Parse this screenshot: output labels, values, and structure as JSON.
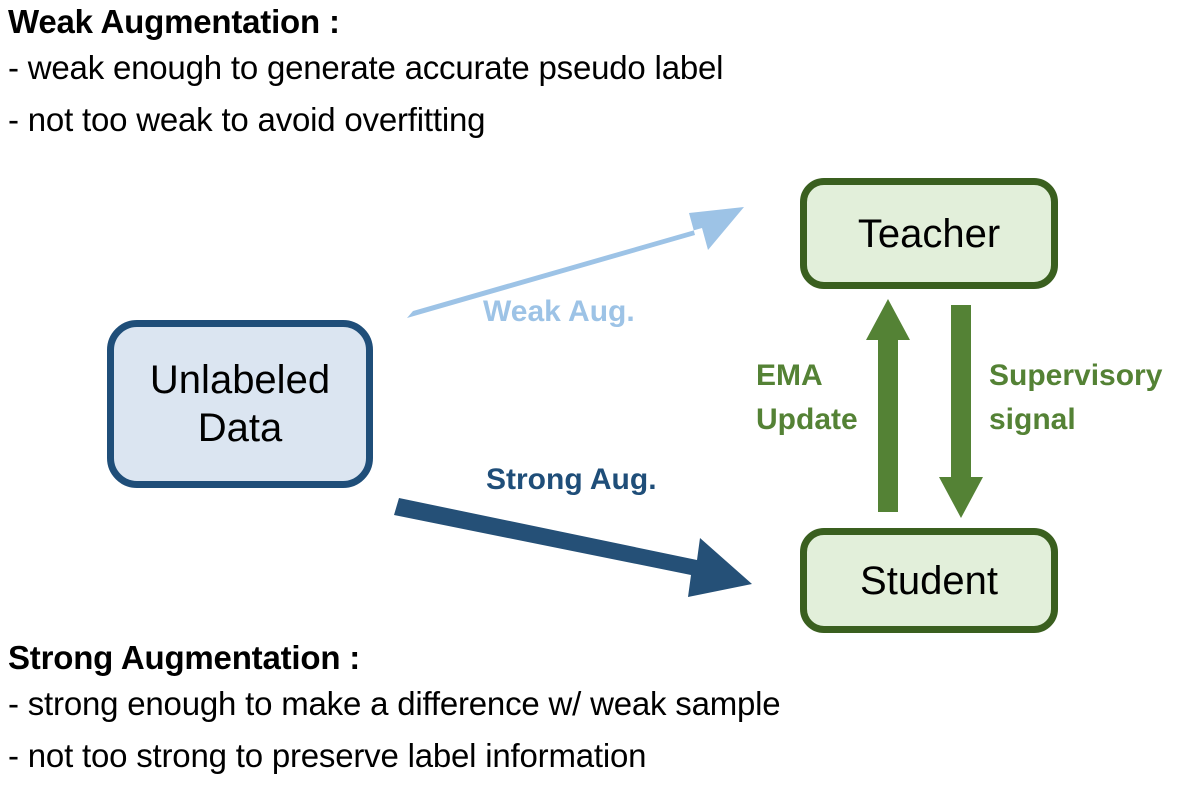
{
  "diagram": {
    "title": "Teacher-Student semi-supervised augmentation diagram",
    "colors": {
      "weak_arrow": "#9dc3e6",
      "strong_arrow": "#1f4e79",
      "green_arrow": "#548235",
      "box_blue_fill": "#dbe5f1",
      "box_blue_border": "#1f4e79",
      "box_green_fill": "#e2efda",
      "box_green_border": "#3a5f1f",
      "text": "#000000"
    }
  },
  "weak_text": {
    "heading": "Weak Augmentation :",
    "lines": [
      "- weak enough to generate accurate pseudo label",
      "- not too weak to avoid overfitting"
    ]
  },
  "strong_text": {
    "heading": "Strong Augmentation :",
    "lines": [
      "- strong enough to make a difference w/ weak sample",
      "- not too strong to preserve label information"
    ]
  },
  "nodes": {
    "unlabeled": {
      "line1": "Unlabeled",
      "line2": "Data"
    },
    "teacher": {
      "label": "Teacher"
    },
    "student": {
      "label": "Student"
    }
  },
  "arrows": {
    "weak_aug": {
      "label": "Weak Aug.",
      "from": "Unlabeled Data",
      "to": "Teacher"
    },
    "strong_aug": {
      "label": "Strong Aug.",
      "from": "Unlabeled Data",
      "to": "Student"
    },
    "ema_update": {
      "label_line1": "EMA",
      "label_line2": "Update",
      "from": "Student",
      "to": "Teacher"
    },
    "supervisory_signal": {
      "label_line1": "Supervisory",
      "label_line2": "signal",
      "from": "Teacher",
      "to": "Student"
    }
  }
}
